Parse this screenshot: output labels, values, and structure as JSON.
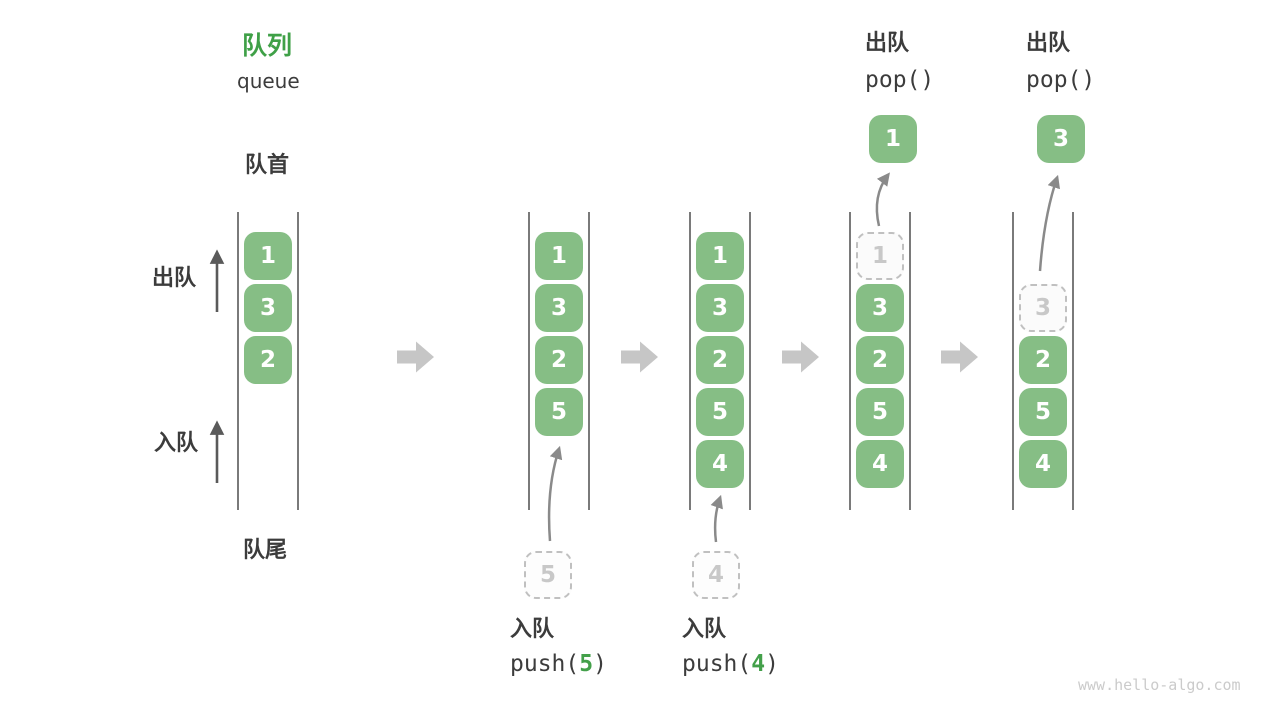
{
  "header": {
    "title_zh": "队列",
    "title_en": "queue"
  },
  "side_labels": {
    "front": "队首",
    "rear": "队尾",
    "dequeue": "出队",
    "enqueue": "入队"
  },
  "watermark": "www.hello-algo.com",
  "colors": {
    "item_green": "#86BE85",
    "title_green": "#3FA047",
    "code_accent_green": "#43A04A",
    "text_dark": "#3C3C3C",
    "wall_line": "#4F4F4F",
    "stage_arrow_gray": "#C6C6C6",
    "flow_arrow_gray": "#8A8A8A",
    "side_arrow_gray": "#5A5A5A",
    "ghost_border": "#C0C0C0",
    "ghost_text": "#C8C8C8",
    "watermark_gray": "#CBCBCB"
  },
  "stages": [
    {
      "name": "initial-queue",
      "start_slot": 0,
      "items": [
        {
          "value": "1"
        },
        {
          "value": "3"
        },
        {
          "value": "2"
        }
      ]
    },
    {
      "name": "after-push-5",
      "start_slot": 0,
      "items": [
        {
          "value": "1"
        },
        {
          "value": "3"
        },
        {
          "value": "2"
        },
        {
          "value": "5"
        }
      ],
      "operation": {
        "type": "push",
        "label_zh": "入队",
        "code_before": "push(",
        "code_value": "5",
        "code_after": ")",
        "incoming_value": "5"
      }
    },
    {
      "name": "after-push-4",
      "start_slot": 0,
      "items": [
        {
          "value": "1"
        },
        {
          "value": "3"
        },
        {
          "value": "2"
        },
        {
          "value": "5"
        },
        {
          "value": "4"
        }
      ],
      "operation": {
        "type": "push",
        "label_zh": "入队",
        "code_before": "push(",
        "code_value": "4",
        "code_after": ")",
        "incoming_value": "4"
      }
    },
    {
      "name": "after-pop-1",
      "start_slot": 0,
      "items": [
        {
          "value": "1",
          "ghost": true
        },
        {
          "value": "3"
        },
        {
          "value": "2"
        },
        {
          "value": "5"
        },
        {
          "value": "4"
        }
      ],
      "operation": {
        "type": "pop",
        "label_zh": "出队",
        "code": "pop()",
        "popped_value": "1"
      }
    },
    {
      "name": "after-pop-3",
      "start_slot": 1,
      "items": [
        {
          "value": "3",
          "ghost": true
        },
        {
          "value": "2"
        },
        {
          "value": "5"
        },
        {
          "value": "4"
        }
      ],
      "operation": {
        "type": "pop",
        "label_zh": "出队",
        "code": "pop()",
        "popped_value": "3"
      }
    }
  ]
}
